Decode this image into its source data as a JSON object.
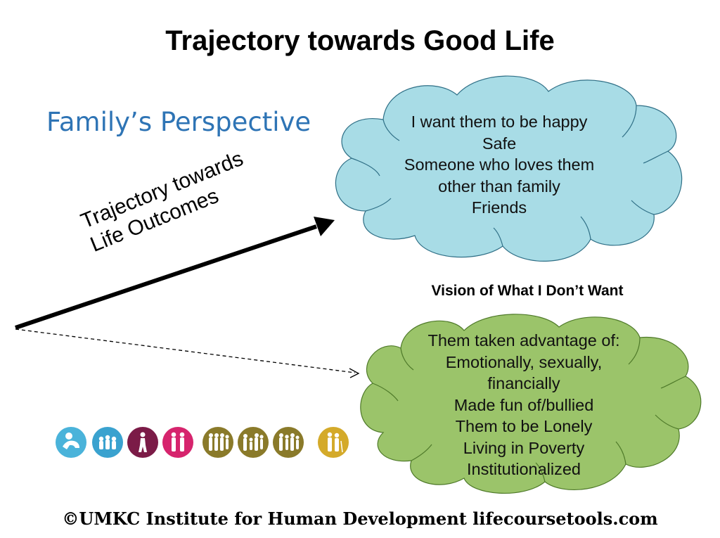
{
  "title": "Trajectory towards Good Life",
  "perspective_label": "Family’s Perspective",
  "trajectory_label": [
    "Trajectory towards",
    "Life Outcomes"
  ],
  "good_cloud": {
    "lines": [
      "I want them to be happy",
      "Safe",
      "Someone who loves them",
      "other than family",
      "Friends"
    ],
    "color": "#a8dce6"
  },
  "bad_cloud": {
    "heading": "Vision of What I Don’t Want",
    "lines": [
      "Them taken advantage of:",
      "Emotionally, sexually,",
      "financially",
      "Made fun of/bullied",
      "Them to be Lonely",
      "Living in Poverty",
      "Institutionalized"
    ],
    "color": "#9bc46a"
  },
  "life_stage_icons": [
    {
      "icon": "baby-icon",
      "color": "#4ab3da"
    },
    {
      "icon": "children-icon",
      "color": "#3aa2cf"
    },
    {
      "icon": "teen-icon",
      "color": "#7b1b47"
    },
    {
      "icon": "young-adults-icon",
      "color": "#d6246d"
    },
    {
      "icon": "adults-group-icon",
      "color": "#8a7a2a"
    },
    {
      "icon": "family-group-icon",
      "color": "#8a7a2a"
    },
    {
      "icon": "adult-group-icon",
      "color": "#8a7a2a"
    },
    {
      "icon": "elderly-icon",
      "color": "#d4aa2a"
    }
  ],
  "footer": "©UMKC Institute for Human Development lifecoursetools.com"
}
